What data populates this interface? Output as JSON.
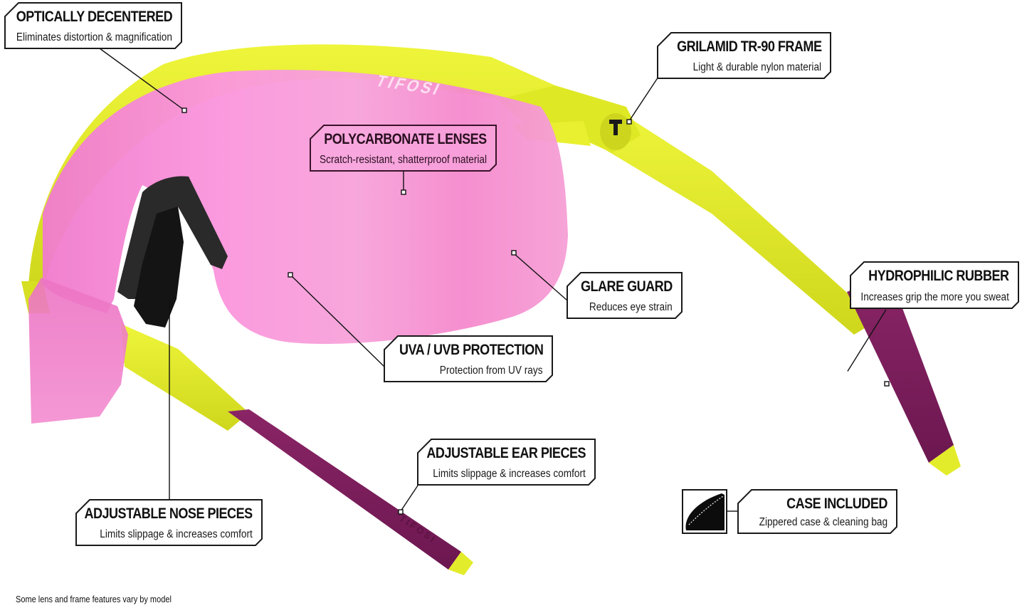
{
  "brand": {
    "name": "TIFOSI",
    "lens_logo": "TIFOSI",
    "temple_logo": "TIFOSI"
  },
  "colors": {
    "frame_yellow": "#e6ef2a",
    "frame_yellow_shade": "#c9d21a",
    "lens_pink": "#f78fd6",
    "lens_pink_deep": "#ee6fc4",
    "temple_rubber_purple": "#7d1d5a",
    "nose_pad_black": "#1c1c1c",
    "callout_border": "#1a1a1a",
    "callout_fill": "#ffffff"
  },
  "callouts": [
    {
      "id": "optically-decentered",
      "title": "OPTICALLY DECENTERED",
      "subtitle": "Eliminates distortion & magnification"
    },
    {
      "id": "grilamid-frame",
      "title": "GRILAMID TR-90 FRAME",
      "subtitle": "Light & durable nylon material"
    },
    {
      "id": "polycarbonate-lenses",
      "title": "POLYCARBONATE LENSES",
      "subtitle": "Scratch-resistant, shatterproof material"
    },
    {
      "id": "glare-guard",
      "title": "GLARE GUARD",
      "subtitle": "Reduces eye strain"
    },
    {
      "id": "hydrophilic-rubber",
      "title": "HYDROPHILIC RUBBER",
      "subtitle": "Increases grip the more you sweat"
    },
    {
      "id": "uva-uvb-protection",
      "title": "UVA / UVB PROTECTION",
      "subtitle": "Protection from UV rays"
    },
    {
      "id": "adjustable-ear-pieces",
      "title": "ADJUSTABLE EAR PIECES",
      "subtitle": "Limits slippage & increases comfort"
    },
    {
      "id": "adjustable-nose-pieces",
      "title": "ADJUSTABLE NOSE PIECES",
      "subtitle": "Limits slippage & increases comfort"
    },
    {
      "id": "case-included",
      "title": "CASE INCLUDED",
      "subtitle": "Zippered case & cleaning bag"
    }
  ],
  "footnote": "Some lens and frame features vary by model"
}
